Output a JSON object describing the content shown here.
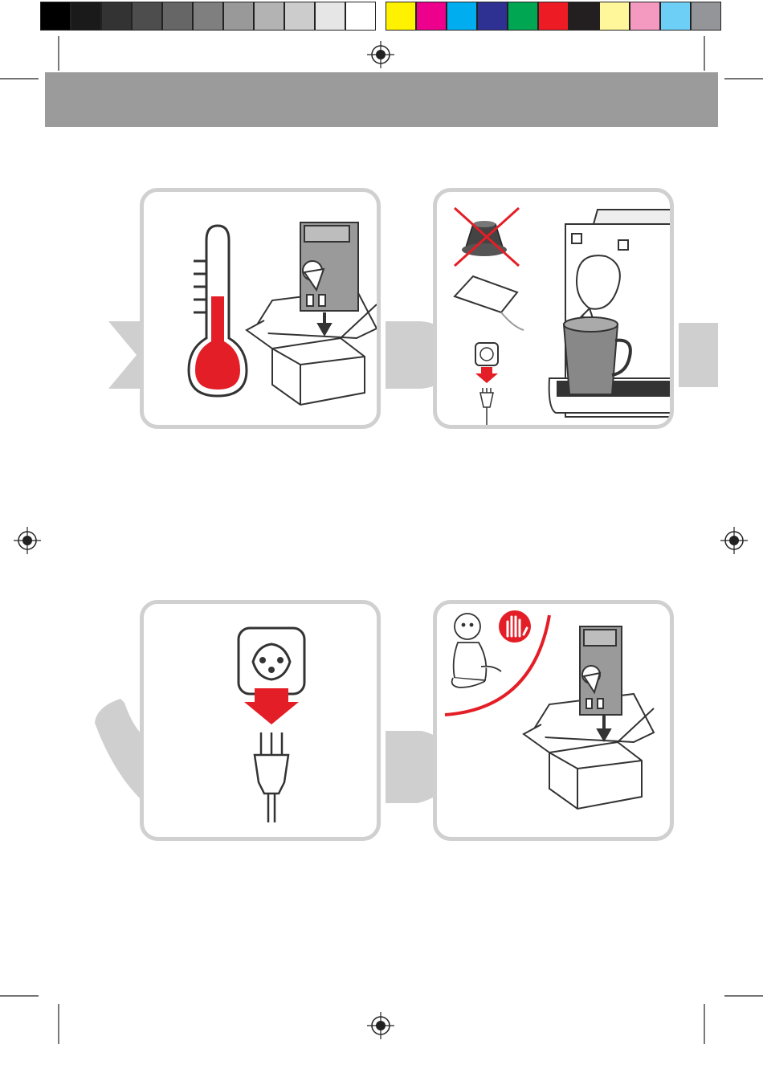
{
  "print_marks": {
    "grayscale_swatches": [
      "#000000",
      "#1a1a1a",
      "#333333",
      "#4d4d4d",
      "#666666",
      "#7f7f7f",
      "#999999",
      "#b3b3b3",
      "#cccccc",
      "#e6e6e6",
      "#ffffff"
    ],
    "color_swatches": [
      "#fff200",
      "#ec008c",
      "#00aeef",
      "#2e3192",
      "#00a651",
      "#ed1c24",
      "#231f20",
      "#fff799",
      "#f49ac1",
      "#6dcff6",
      "#939598"
    ]
  },
  "colors": {
    "header_bar": "#9b9b9b",
    "panel_border": "#d0d0d0",
    "arrow_gray": "#cfcfcf",
    "accent_red": "#e41e26",
    "line_dark": "#333333"
  },
  "panels": [
    {
      "id": "store-temperature",
      "icons": [
        "thermometer-icon",
        "machine-in-box-icon"
      ]
    },
    {
      "id": "contents-check",
      "icons": [
        "capsule-crossed-icon",
        "leaflet-icon",
        "wall-socket-icon",
        "coffee-machine-icon",
        "cup-icon"
      ]
    },
    {
      "id": "unplug",
      "icons": [
        "wall-socket-icon",
        "plug-icon",
        "down-arrow-icon"
      ]
    },
    {
      "id": "keep-away-children",
      "icons": [
        "child-icon",
        "stop-hand-icon",
        "machine-in-box-icon"
      ]
    }
  ]
}
